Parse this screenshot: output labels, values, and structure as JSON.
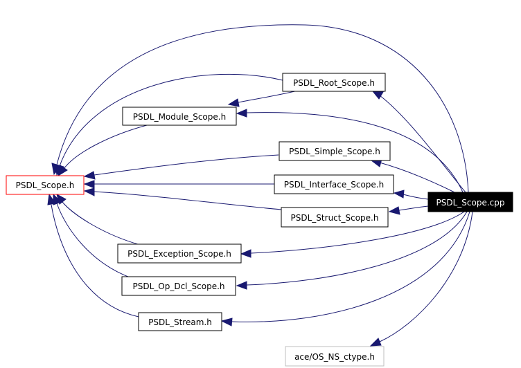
{
  "colors": {
    "edge": "#191970",
    "node_border": "#000000",
    "highlight_border": "#ff0000",
    "muted_border": "#bfbfbf",
    "root_fill": "#000000",
    "root_text": "#ffffff"
  },
  "nodes": {
    "scope_cpp": "PSDL_Scope.cpp",
    "scope_h": "PSDL_Scope.h",
    "root_scope_h": "PSDL_Root_Scope.h",
    "module_scope_h": "PSDL_Module_Scope.h",
    "simple_scope_h": "PSDL_Simple_Scope.h",
    "interface_scope_h": "PSDL_Interface_Scope.h",
    "struct_scope_h": "PSDL_Struct_Scope.h",
    "exception_scope_h": "PSDL_Exception_Scope.h",
    "op_dcl_scope_h": "PSDL_Op_Dcl_Scope.h",
    "stream_h": "PSDL_Stream.h",
    "ace_ctype_h": "ace/OS_NS_ctype.h"
  },
  "edges": [
    {
      "from": "PSDL_Scope.cpp",
      "to": "PSDL_Scope.h"
    },
    {
      "from": "PSDL_Scope.cpp",
      "to": "PSDL_Root_Scope.h"
    },
    {
      "from": "PSDL_Scope.cpp",
      "to": "PSDL_Module_Scope.h"
    },
    {
      "from": "PSDL_Scope.cpp",
      "to": "PSDL_Simple_Scope.h"
    },
    {
      "from": "PSDL_Scope.cpp",
      "to": "PSDL_Interface_Scope.h"
    },
    {
      "from": "PSDL_Scope.cpp",
      "to": "PSDL_Struct_Scope.h"
    },
    {
      "from": "PSDL_Scope.cpp",
      "to": "PSDL_Exception_Scope.h"
    },
    {
      "from": "PSDL_Scope.cpp",
      "to": "PSDL_Op_Dcl_Scope.h"
    },
    {
      "from": "PSDL_Scope.cpp",
      "to": "PSDL_Stream.h"
    },
    {
      "from": "PSDL_Scope.cpp",
      "to": "ace/OS_NS_ctype.h"
    },
    {
      "from": "PSDL_Root_Scope.h",
      "to": "PSDL_Module_Scope.h"
    },
    {
      "from": "PSDL_Root_Scope.h",
      "to": "PSDL_Scope.h"
    },
    {
      "from": "PSDL_Module_Scope.h",
      "to": "PSDL_Scope.h"
    },
    {
      "from": "PSDL_Simple_Scope.h",
      "to": "PSDL_Scope.h"
    },
    {
      "from": "PSDL_Interface_Scope.h",
      "to": "PSDL_Scope.h"
    },
    {
      "from": "PSDL_Struct_Scope.h",
      "to": "PSDL_Scope.h"
    },
    {
      "from": "PSDL_Exception_Scope.h",
      "to": "PSDL_Scope.h"
    },
    {
      "from": "PSDL_Op_Dcl_Scope.h",
      "to": "PSDL_Scope.h"
    },
    {
      "from": "PSDL_Stream.h",
      "to": "PSDL_Scope.h"
    }
  ]
}
